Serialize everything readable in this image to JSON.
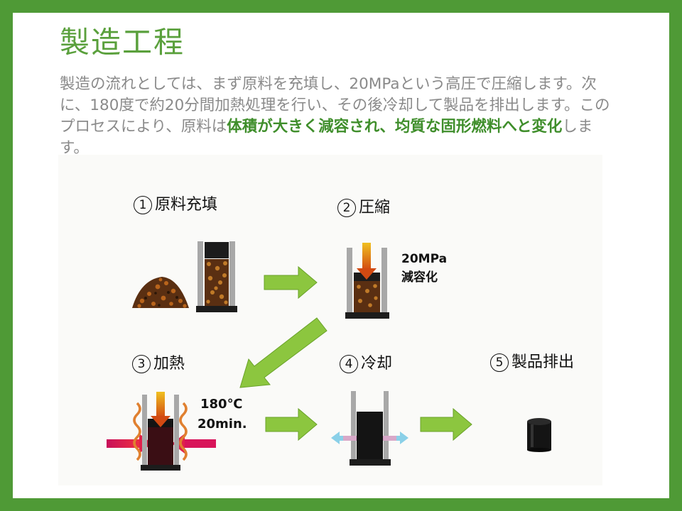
{
  "slide": {
    "title": "製造工程",
    "body_plain_1": "製造の流れとしては、まず原料を充填し、20MPaという高圧で圧縮します。次に、180度で約20分間加熱処理を行い、その後冷却して製品を排出します。このプロセスにより、原料は",
    "body_bold_1": "体積が大きく減容され、均質な固形燃料へと変化",
    "body_plain_2": "します。"
  },
  "steps": [
    {
      "num": "1",
      "label": "原料充填"
    },
    {
      "num": "2",
      "label": "圧縮"
    },
    {
      "num": "3",
      "label": "加熱"
    },
    {
      "num": "4",
      "label": "冷却"
    },
    {
      "num": "5",
      "label": "製品排出"
    }
  ],
  "compress": {
    "pressure": "20MPa",
    "effect": "減容化"
  },
  "heat": {
    "temperature": "180℃",
    "duration": "20min."
  },
  "colors": {
    "frame": "#4f9a36",
    "title": "#5aa03c",
    "arrow": "#8cc63f",
    "emphasis": "#3f8e2b"
  }
}
